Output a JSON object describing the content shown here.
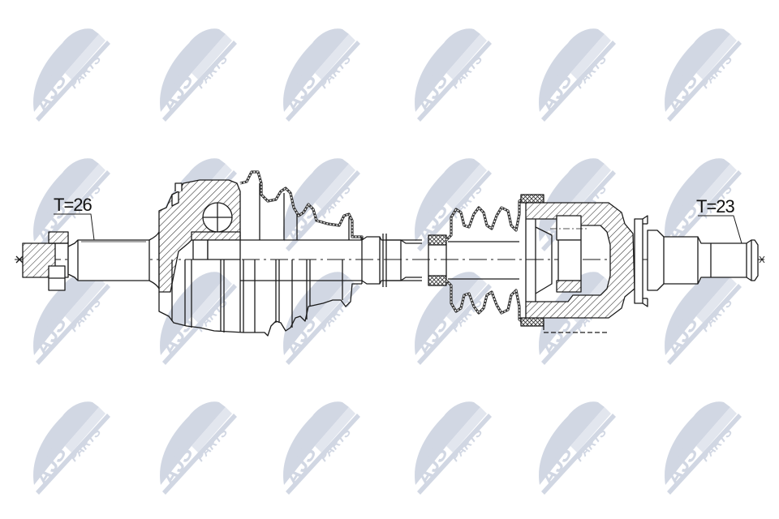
{
  "diagram": {
    "subject": "Drive shaft (CV axle) technical drawing",
    "labels": {
      "left_spline": "T=26",
      "right_spline": "T=23"
    },
    "watermark": {
      "brand": "AJS",
      "suffix": "PARTS",
      "color": "#cfd5e2",
      "rows_y": [
        30,
        190,
        330,
        490
      ],
      "cols_x": [
        40,
        195,
        350,
        515,
        665,
        820
      ]
    },
    "colors": {
      "line": "#1a1a1a",
      "background": "#ffffff",
      "hatch": "#333333"
    },
    "components": [
      "left-nut",
      "left-spline-shaft",
      "outer-cv-joint",
      "outer-boot",
      "intermediate-shaft",
      "inner-boot",
      "inner-tripod-joint",
      "right-spline-shaft"
    ]
  }
}
